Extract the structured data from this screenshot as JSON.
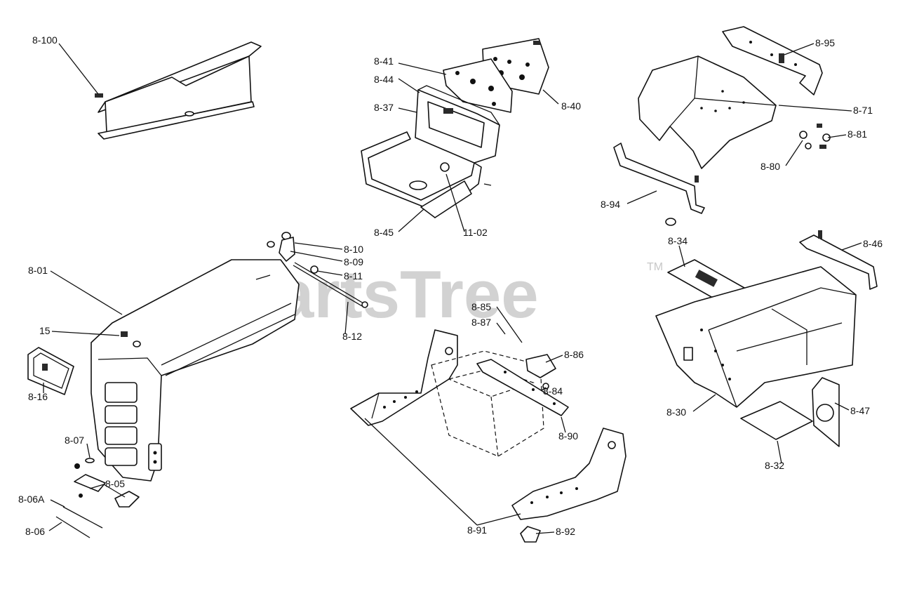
{
  "watermark": {
    "text": "PartsTree",
    "trademark": "TM"
  },
  "callouts": [
    {
      "id": "8-100",
      "text": "8-100"
    },
    {
      "id": "8-41",
      "text": "8-41"
    },
    {
      "id": "8-44",
      "text": "8-44"
    },
    {
      "id": "8-37",
      "text": "8-37"
    },
    {
      "id": "8-40",
      "text": "8-40"
    },
    {
      "id": "8-45",
      "text": "8-45"
    },
    {
      "id": "11-02",
      "text": "11-02"
    },
    {
      "id": "8-95",
      "text": "8-95"
    },
    {
      "id": "8-71",
      "text": "8-71"
    },
    {
      "id": "8-81",
      "text": "8-81"
    },
    {
      "id": "8-80",
      "text": "8-80"
    },
    {
      "id": "8-94",
      "text": "8-94"
    },
    {
      "id": "8-34",
      "text": "8-34"
    },
    {
      "id": "8-46",
      "text": "8-46"
    },
    {
      "id": "8-10",
      "text": "8-10"
    },
    {
      "id": "8-09",
      "text": "8-09"
    },
    {
      "id": "8-11",
      "text": "8-11"
    },
    {
      "id": "8-12",
      "text": "8-12"
    },
    {
      "id": "8-01",
      "text": "8-01"
    },
    {
      "id": "15",
      "text": "15"
    },
    {
      "id": "8-16",
      "text": "8-16"
    },
    {
      "id": "8-07",
      "text": "8-07"
    },
    {
      "id": "8-05",
      "text": "8-05"
    },
    {
      "id": "8-06A",
      "text": "8-06A"
    },
    {
      "id": "8-06",
      "text": "8-06"
    },
    {
      "id": "8-85",
      "text": "8-85"
    },
    {
      "id": "8-87",
      "text": "8-87"
    },
    {
      "id": "8-86",
      "text": "8-86"
    },
    {
      "id": "8-84",
      "text": "8-84"
    },
    {
      "id": "8-90",
      "text": "8-90"
    },
    {
      "id": "8-91",
      "text": "8-91"
    },
    {
      "id": "8-92",
      "text": "8-92"
    },
    {
      "id": "8-30",
      "text": "8-30"
    },
    {
      "id": "8-47",
      "text": "8-47"
    },
    {
      "id": "8-32",
      "text": "8-32"
    }
  ]
}
